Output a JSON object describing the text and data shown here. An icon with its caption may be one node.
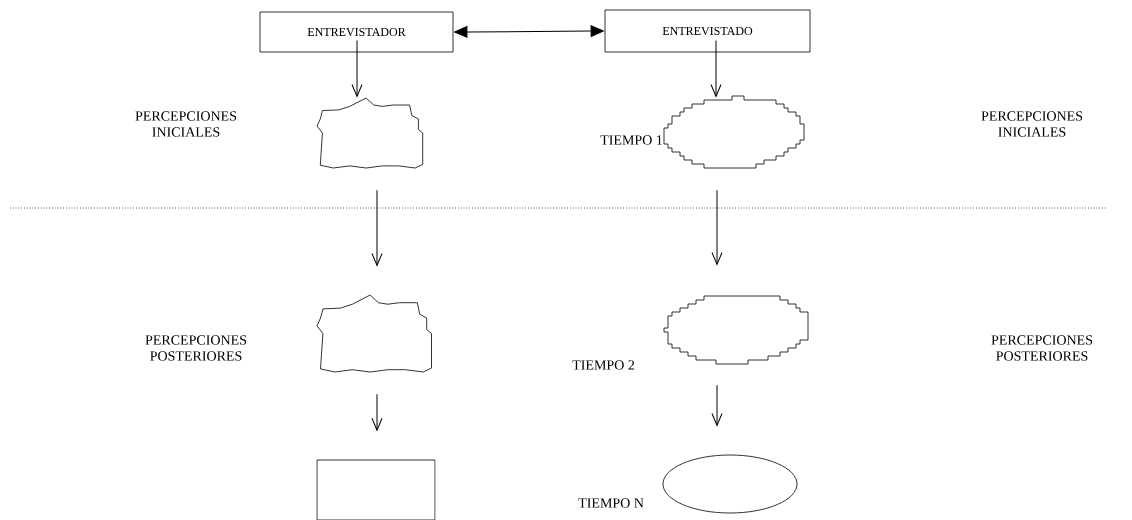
{
  "diagram": {
    "nodes": [
      {
        "text": [
          "ENTREVISTADOR"
        ]
      },
      {
        "text": [
          "ENTREVISTADO"
        ]
      },
      {
        "text": [],
        "shape": "box"
      },
      {
        "text": [],
        "shape": "cloud",
        "beside": [
          "TIEMPO 1"
        ]
      },
      {
        "text": [],
        "shape": "box"
      },
      {
        "text": [],
        "shape": "cloud",
        "beside": [
          "TIEMPO 2"
        ]
      },
      {
        "text": [],
        "shape": "box"
      },
      {
        "text": [],
        "shape": "ellipse",
        "beside": [
          "TIEMPO N"
        ]
      }
    ],
    "edges": [
      {
        "from": 0,
        "to": 1,
        "arrow": "both"
      },
      {
        "from": 0,
        "to": 2,
        "arrow": "to"
      },
      {
        "from": 1,
        "to": 3,
        "arrow": "to"
      },
      {
        "from": 2,
        "to": 4,
        "arrow": "to"
      },
      {
        "from": 3,
        "to": 5,
        "arrow": "to"
      },
      {
        "from": 4,
        "to": 6,
        "arrow": "to"
      },
      {
        "from": 5,
        "to": 7,
        "arrow": "to"
      }
    ],
    "labels": [
      "PERCEPCIONES INICIALES",
      "PERCEPCIONES INICIALES",
      "PERCEPCIONES POSTERIORES",
      "PERCEPCIONES POSTERIORES"
    ]
  }
}
